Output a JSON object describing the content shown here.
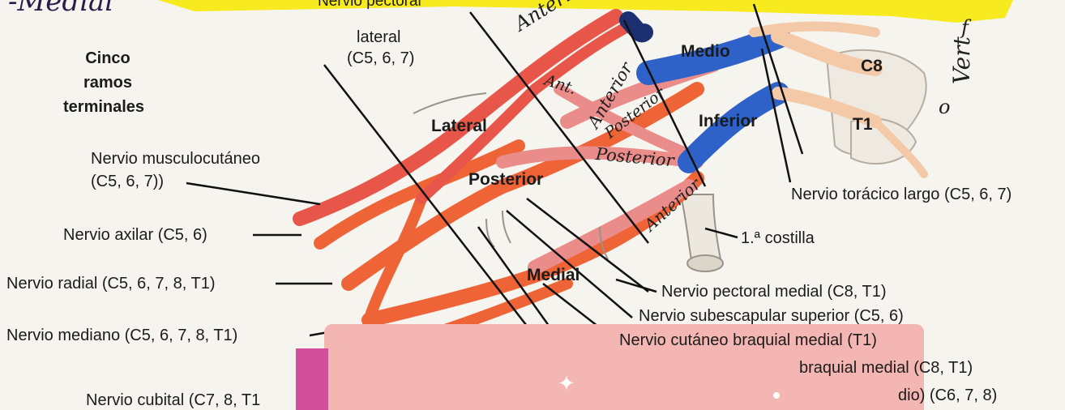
{
  "header_labels": {
    "nervio_pectoral_lateral_line1": "Nervio pectoral",
    "nervio_pectoral_lateral_line2": "lateral",
    "nervio_pectoral_lateral_line3": "(C5, 6, 7)",
    "cinco_line1": "Cinco",
    "cinco_line2": "ramos",
    "cinco_line3": "terminales"
  },
  "left_labels": {
    "musculocutaneo_line1": "Nervio musculocutáneo",
    "musculocutaneo_line2": "(C5, 6, 7))",
    "axilar": "Nervio axilar (C5, 6)",
    "radial": "Nervio radial (C5, 6, 7, 8, T1)",
    "mediano": "Nervio mediano (C5, 6, 7, 8, T1)",
    "cubital": "Nervio cubital (C7, 8, T1"
  },
  "trunk_labels": {
    "lateral": "Lateral",
    "posterior": "Posterior",
    "medial": "Medial",
    "medio": "Medio",
    "inferior": "Inferior",
    "c8": "C8",
    "t1": "T1"
  },
  "right_labels": {
    "toracico_largo": "Nervio torácico largo (C5, 6, 7)",
    "costilla": "1.ª costilla",
    "pectoral_medial": "Nervio pectoral medial (C8, T1)",
    "subescapular": "Nervio subescapular superior (C5, 6)",
    "cutaneo_braquial": "Nervio cutáneo braquial medial (T1)",
    "antebraquial_partial": "braquial medial (C8, T1)",
    "dio_partial": "dio) (C6, 7, 8)"
  },
  "handwritten": {
    "medial_top_left": "-Medial",
    "anterior_1": "Anterior",
    "anterior_2": "Anterior",
    "anterior_3": "Anterior",
    "posterior_1": "Posterior",
    "posterior_2": "Posterior",
    "ant_abbrev": "Ant.",
    "vert": "Vert",
    "right_o": "o",
    "right_f": "f"
  },
  "colors": {
    "page": "#f6f4ef",
    "nerve_red": "#e8564a",
    "nerve_orange": "#ee6436",
    "nerve_pink": "#ea8c8a",
    "vein_blue": "#2e62c8",
    "bone": "#e9e4d9",
    "highlighter": "#f7ea1e",
    "sticky_pink": "#f4b6b2",
    "sticky_magenta": "#d24f9b"
  }
}
